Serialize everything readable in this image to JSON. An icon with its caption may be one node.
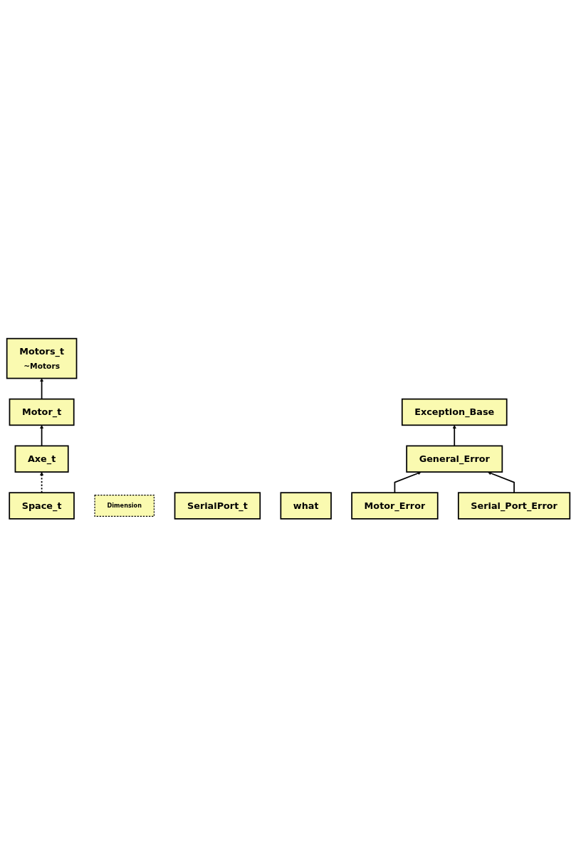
{
  "diagram": {
    "nodes": [
      {
        "text": [
          "Motors_t",
          "~Motors"
        ]
      },
      {
        "text": [
          "Space_t"
        ]
      },
      {
        "text": [
          "Dimension"
        ]
      },
      {
        "text": [
          "Motor_t"
        ]
      },
      {
        "text": [
          "SerialPort_t"
        ]
      },
      {
        "text": [
          "Axe_t"
        ]
      },
      {
        "text": [
          "Exception_Base"
        ]
      },
      {
        "text": [
          "what"
        ]
      },
      {
        "text": [
          "General_Error"
        ]
      },
      {
        "text": [
          "Motor_Error"
        ]
      },
      {
        "text": [
          "Serial_Port_Error"
        ]
      }
    ],
    "edges": [
      {
        "from": 3,
        "to": 0,
        "arrow": "to"
      },
      {
        "from": 5,
        "to": 3,
        "arrow": "to"
      },
      {
        "from": 1,
        "to": 5,
        "arrow": "to",
        "style": "dashed"
      },
      {
        "from": 8,
        "to": 6,
        "arrow": "to"
      },
      {
        "from": 9,
        "to": 8,
        "arrow": "to"
      },
      {
        "from": 10,
        "to": 8,
        "arrow": "to"
      }
    ]
  }
}
